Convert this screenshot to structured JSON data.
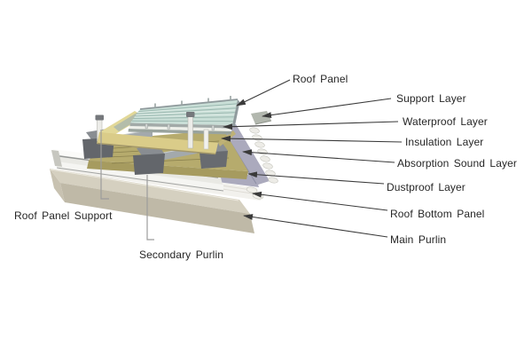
{
  "figure": {
    "background_color": "#ffffff",
    "text_color": "#262626",
    "arrow_color": "#3a3a3a",
    "callout_line_color": "#9c9c9c",
    "right_callouts": [
      {
        "label": "Roof Panel"
      },
      {
        "label": "Support Layer"
      },
      {
        "label": "Waterproof Layer"
      },
      {
        "label": "Insulation Layer"
      },
      {
        "label": "Absorption Sound Layer"
      },
      {
        "label": "Dustproof Layer"
      },
      {
        "label": "Roof Bottom Panel"
      },
      {
        "label": "Main Purlin"
      }
    ],
    "left_callouts": [
      {
        "label": "Roof Panel Support"
      },
      {
        "label": "Secondary Purlin"
      }
    ],
    "layer_colors": {
      "roof_panel": "#c8ded6",
      "support_layer": "#eef0ea",
      "waterproof_layer": "#99a39d",
      "insulation_layer": "#dacc89",
      "absorption_sound_layer": "#b6ab6d",
      "dustproof_layer": "#abaabd",
      "roof_bottom_panel": "#f2f1ed",
      "main_purlin": "#d5d0c0"
    }
  }
}
